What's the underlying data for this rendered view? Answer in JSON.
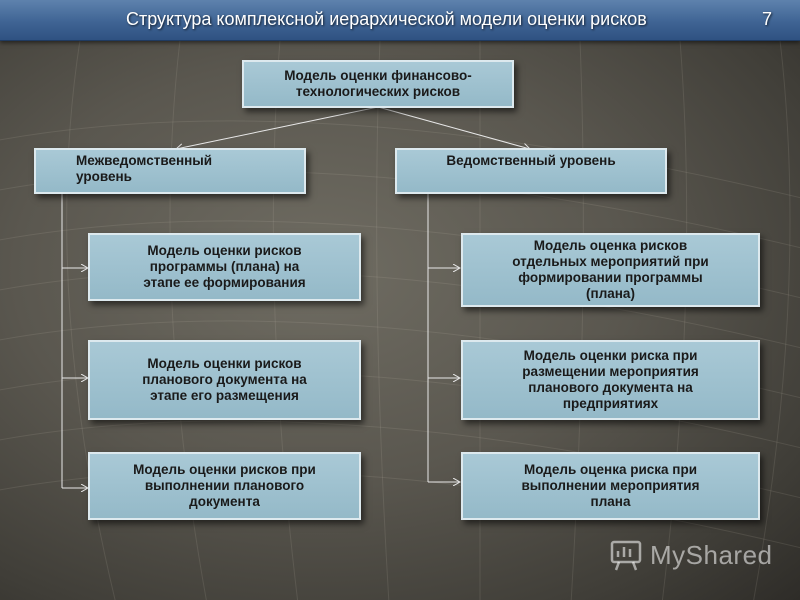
{
  "header": {
    "title": "Структура комплексной иерархической модели оценки рисков",
    "page_number": "7"
  },
  "diagram": {
    "root": "Модель оценки финансово-\nтехнологических  рисков",
    "left_level": "Межведомственный\nуровень",
    "right_level": "Ведомственный уровень",
    "left_items": [
      "Модель оценки рисков\nпрограммы (плана) на\nэтапе ее формирования",
      "Модель оценки рисков\nпланового документа на\nэтапе его размещения",
      "Модель оценки рисков при\nвыполнении  планового\nдокумента"
    ],
    "right_items": [
      "Модель оценка рисков\nотдельных мероприятий при\nформировании программы\n(плана)",
      "Модель оценки риска при\nразмещении мероприятия\nпланового документа на\nпредприятиях",
      "Модель оценка риска при\nвыполнении мероприятия\nплана"
    ]
  },
  "watermark": {
    "text": "MyShared",
    "icon": "presentation-board-icon"
  }
}
